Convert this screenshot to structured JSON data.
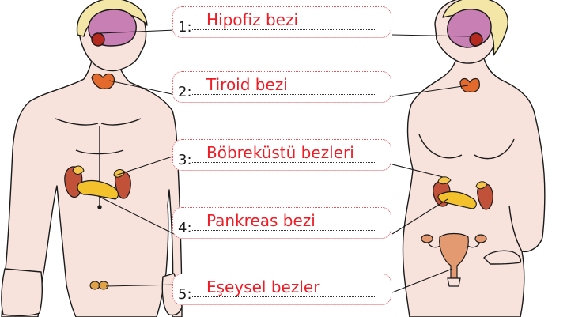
{
  "labels": [
    {
      "number": "1:",
      "answer": "Hipofiz bezi"
    },
    {
      "number": "2:",
      "answer": "Tiroid bezi"
    },
    {
      "number": "3:",
      "answer": "Böbreküstü bezleri"
    },
    {
      "number": "4:",
      "answer": "Pankreas bezi"
    },
    {
      "number": "5:",
      "answer": "Eşeysel bezler"
    }
  ],
  "colors": {
    "skin": "#f7e2dc",
    "outline": "#1a1a1a",
    "hair": "#f4e6a6",
    "brain": "#c87fb4",
    "gland_red": "#b5291e",
    "thyroid": "#e36a2c",
    "kidney": "#c2513a",
    "adrenal": "#f6c64a",
    "pancreas": "#f2c12c",
    "uterus": "#e49a70",
    "answer_text": "#ee1c25",
    "box_border": "#e0575e"
  }
}
